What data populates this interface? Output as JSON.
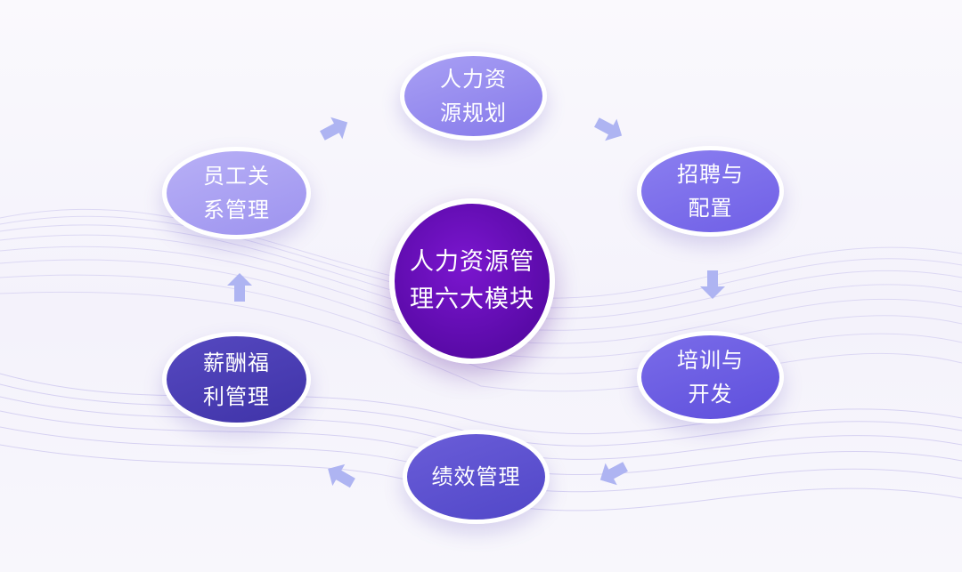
{
  "diagram": {
    "center": {
      "label": "人力资源管\n理六大模块",
      "color": "#5a0aa8"
    },
    "modules": [
      {
        "id": "planning",
        "label": "人力资\n源规划",
        "color": "#9a90f0"
      },
      {
        "id": "recruit",
        "label": "招聘与\n配置",
        "color": "#7d6feb"
      },
      {
        "id": "training",
        "label": "培训与\n开发",
        "color": "#6a5be2"
      },
      {
        "id": "perf",
        "label": "绩效管理",
        "color": "#5d52d0"
      },
      {
        "id": "comp",
        "label": "薪酬福\n利管理",
        "color": "#483cb5"
      },
      {
        "id": "employee",
        "label": "员工关\n系管理",
        "color": "#aba2f3"
      }
    ],
    "arrow_color": "#aeb4f2",
    "flow": "clockwise"
  }
}
